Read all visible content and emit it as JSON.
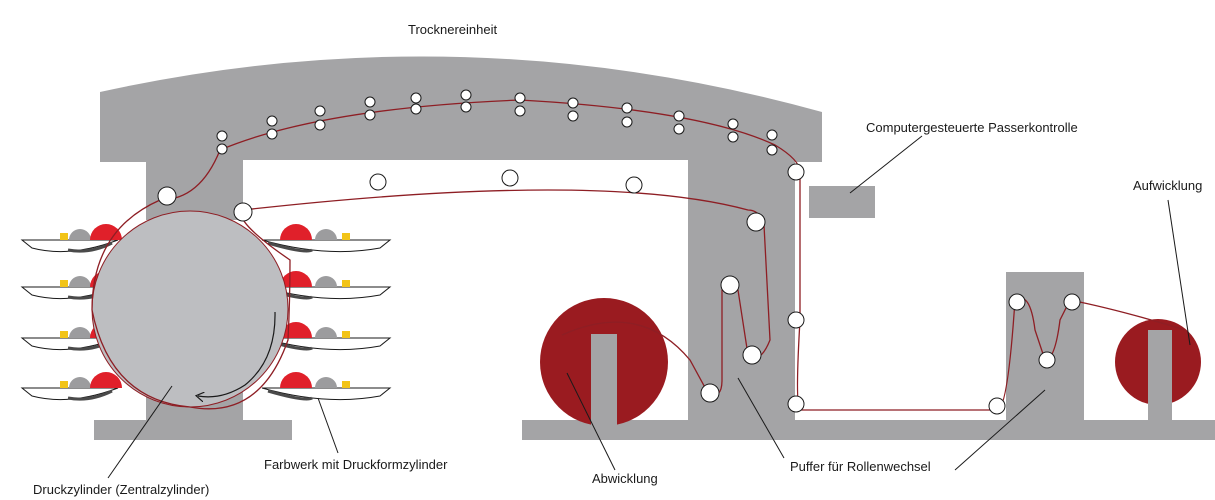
{
  "labels": {
    "dryer": "Trocknereinheit",
    "register_control": "Computergesteuerte Passerkontrolle",
    "rewind": "Aufwicklung",
    "impression_cylinder": "Druckzylinder (Zentralzylinder)",
    "inking_unit": "Farbwerk mit Druckformzylinder",
    "unwind": "Abwicklung",
    "buffer": "Puffer für Rollenwechsel"
  },
  "colors": {
    "frame": "#a4a4a6",
    "cylinder": "#bdbec1",
    "reel": "#9a1b20",
    "web": "#8e1e24",
    "ink_red": "#e0202a",
    "ink_yellow": "#f2c418",
    "ink_gray": "#9c9c9e",
    "doctor_dark": "#4a4a4a"
  },
  "icons": {
    "rotation_arrow": "curved-arrow-icon",
    "guide_roller": "roller-icon"
  }
}
